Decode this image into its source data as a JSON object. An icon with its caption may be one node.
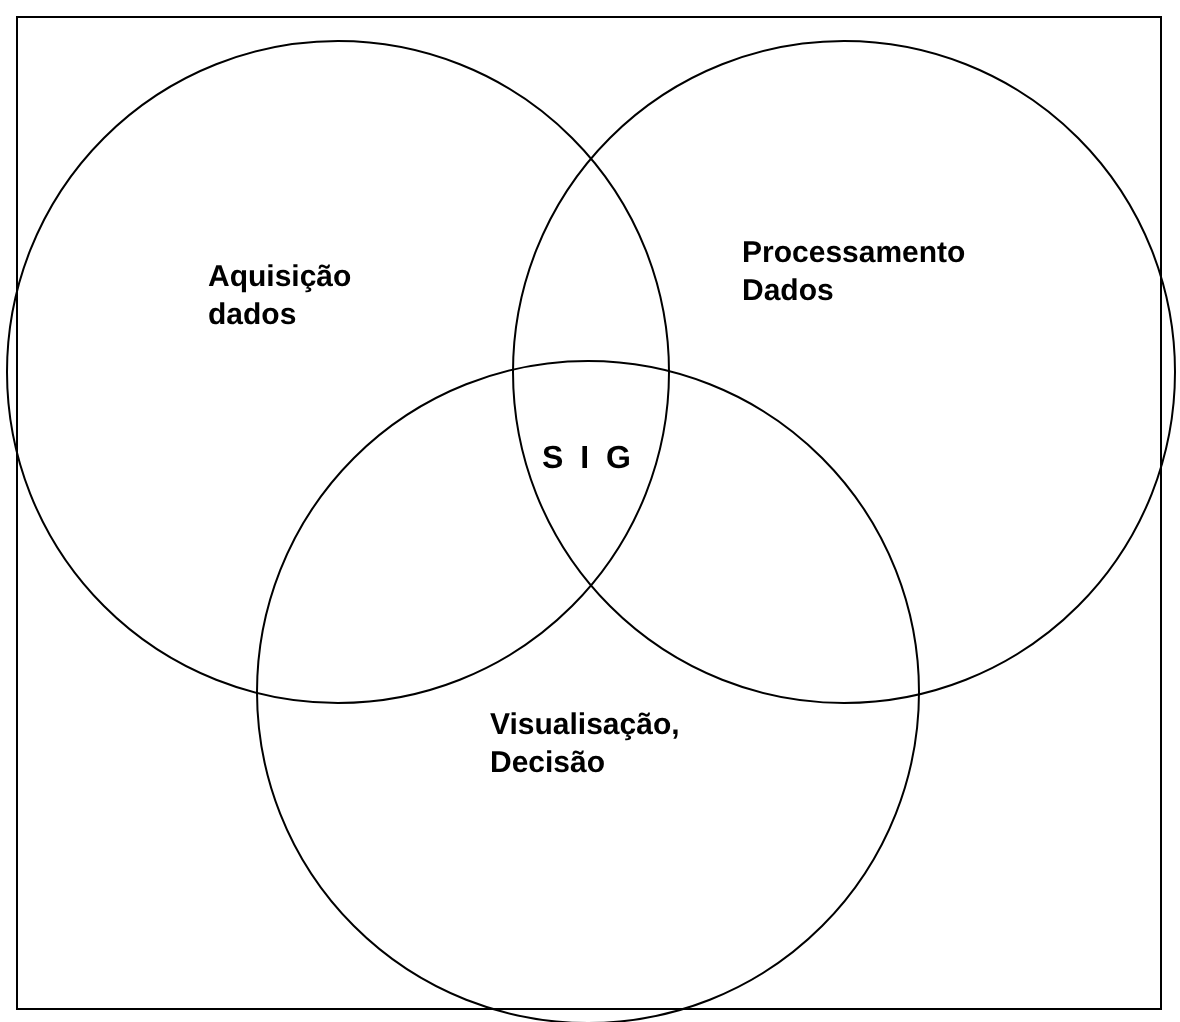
{
  "diagram": {
    "nodes": [
      {
        "text": [
          "Aquisição dados"
        ]
      },
      {
        "text": [
          "Processamento Dados"
        ]
      },
      {
        "text": [
          "Visualisação, Decisão"
        ]
      }
    ],
    "labels": [
      "S I G"
    ]
  }
}
